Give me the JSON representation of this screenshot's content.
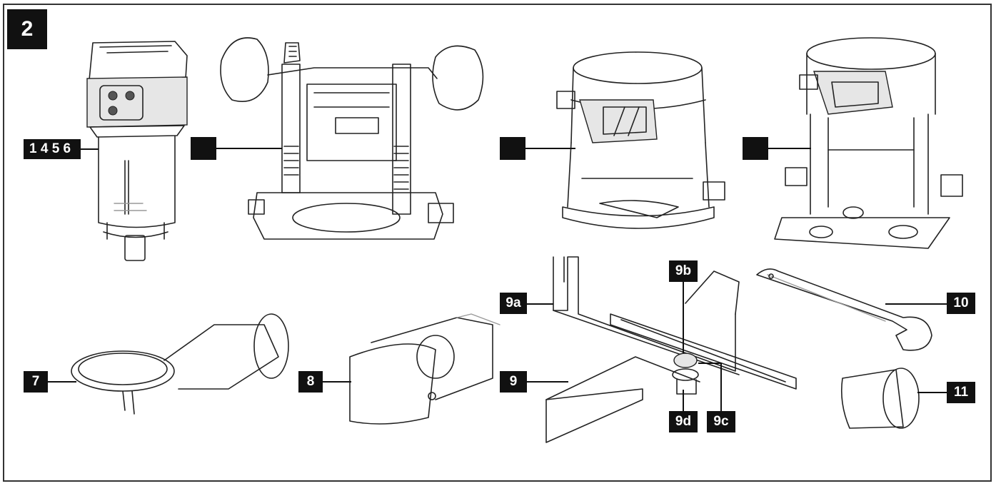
{
  "figure_number": "2",
  "callouts": {
    "c1": "1 4 5 6",
    "c2": "",
    "c3": "",
    "c4": "",
    "c7": "7",
    "c8": "8",
    "c9": "9",
    "c9a": "9a",
    "c9b": "9b",
    "c9c": "9c",
    "c9d": "9d",
    "c10": "10",
    "c11": "11"
  }
}
